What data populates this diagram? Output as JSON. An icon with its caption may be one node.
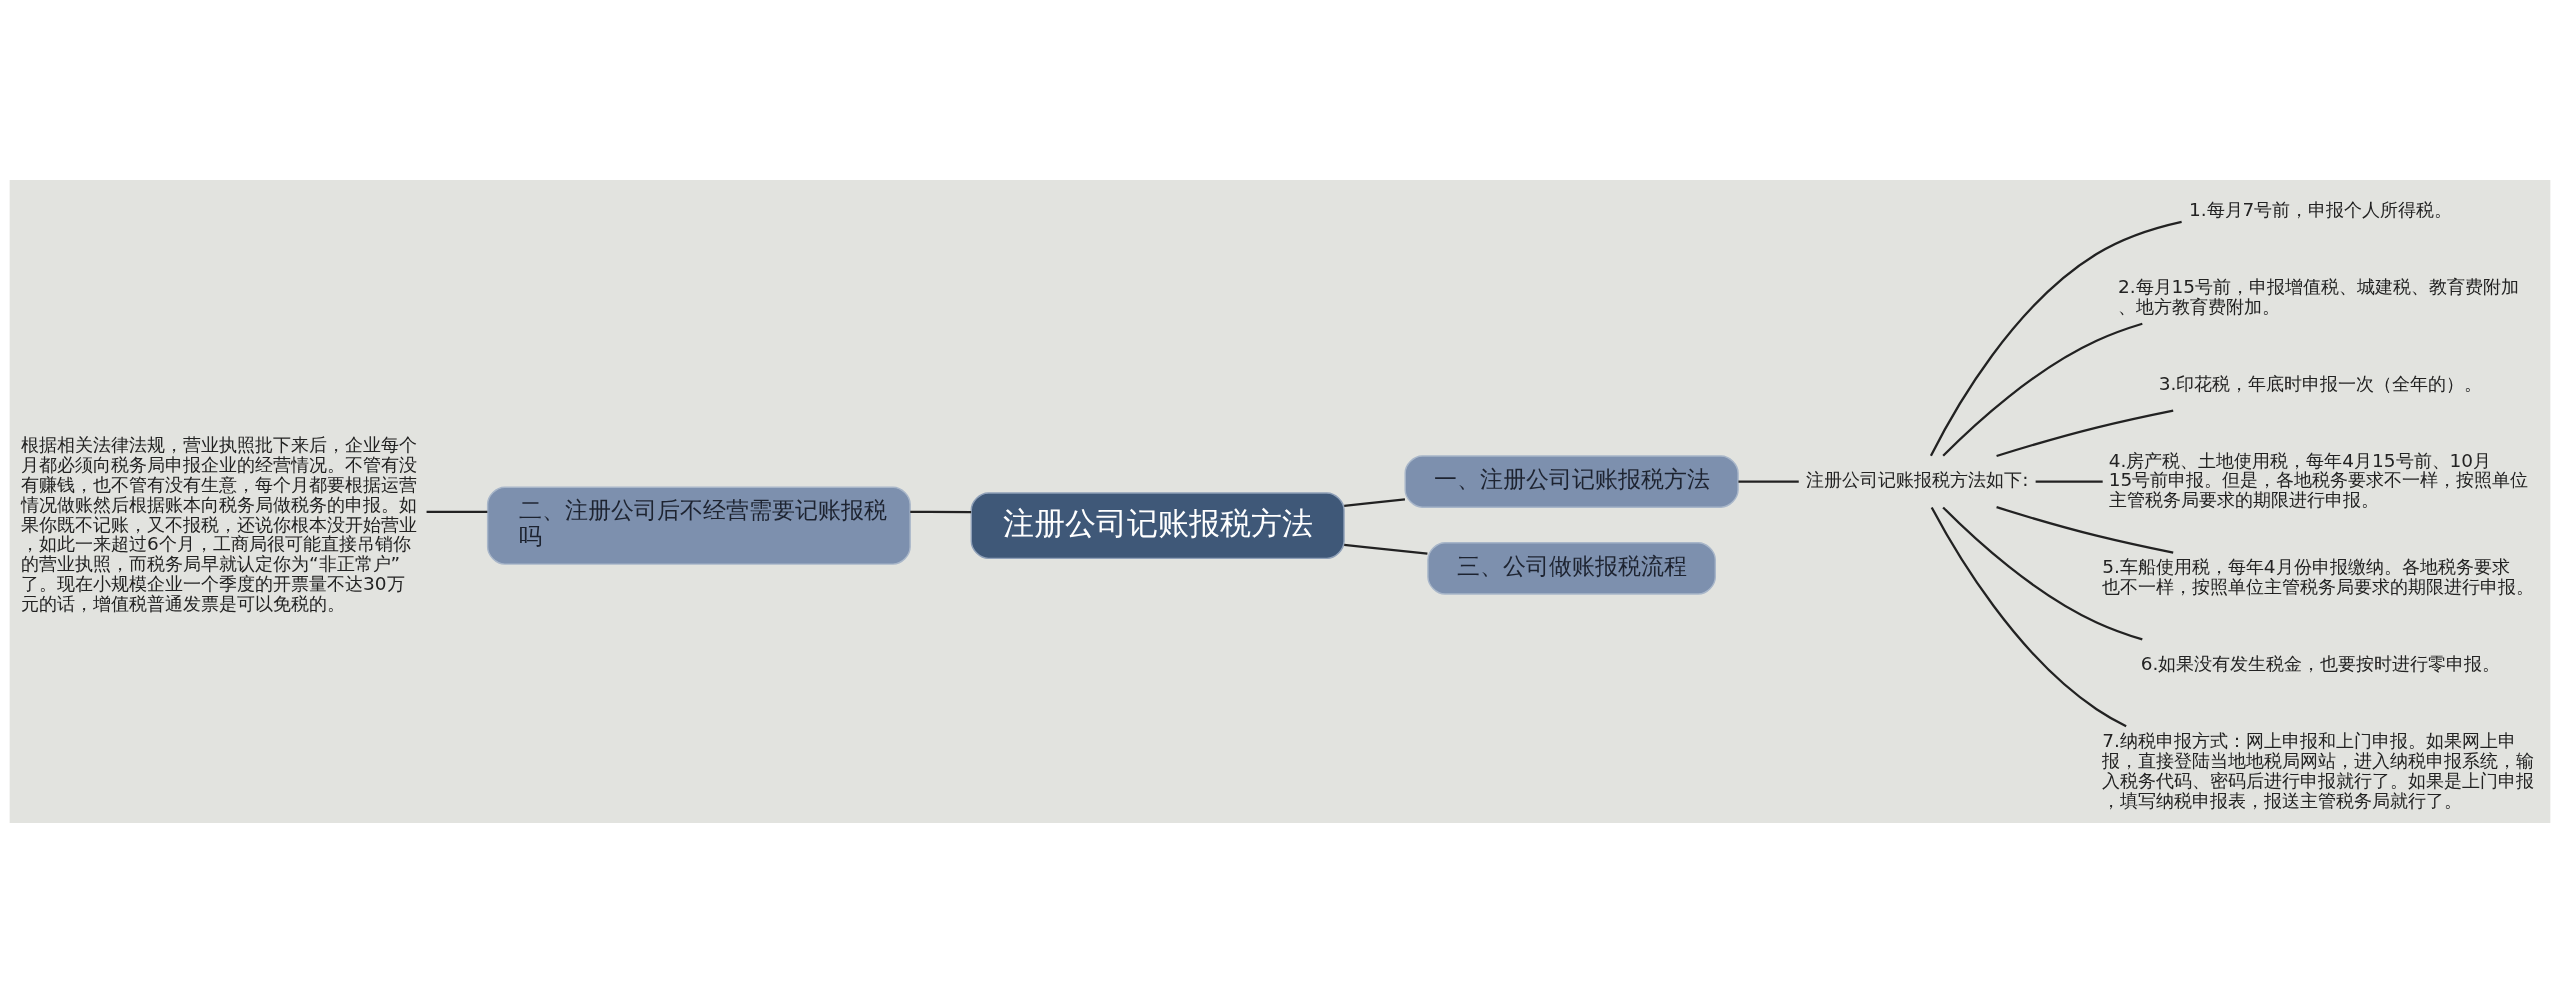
{
  "diagram": {
    "nodes": [
      {
        "text": [
          "注册公司记账报税方法"
        ]
      },
      {
        "text": [
          "一、注册公司记账报税方法"
        ]
      },
      {
        "text": [
          "二、注册公司后不经营需要记账报税吗"
        ]
      },
      {
        "text": [
          "三、公司做账报税流程"
        ]
      },
      {
        "text": [
          "注册公司记账报税方法如下:"
        ]
      },
      {
        "text": [
          "1.每月7号前，申报个人所得税。"
        ]
      },
      {
        "text": [
          "2.每月15号前，申报增值税、城建税、教育费附加、地方教育费附加。"
        ]
      },
      {
        "text": [
          "3.印花税，年底时申报一次（全年的）。"
        ]
      },
      {
        "text": [
          "4.房产税、土地使用税，每年4月15号前、10月15号前申报。但是，各地税务要求不一样，按照单位主管税务局要求的期限进行申报。"
        ]
      },
      {
        "text": [
          "5.车船使用税，每年4月份申报缴纳。各地税务要求也不一样，按照单位主管税务局要求的期限进行申报。"
        ]
      },
      {
        "text": [
          "6.如果没有发生税金，也要按时进行零申报。"
        ]
      },
      {
        "text": [
          "7.纳税申报方式：网上申报和上门申报。如果网上申报，直接登陆当地地税局网站，进入纳税申报系统，输入税务代码、密码后进行申报就行了。如果是上门申报，填写纳税申报表，报送主管税务局就行了。"
        ]
      },
      {
        "text": [
          "根据相关法律法规，营业执照批下来后，企业每个月都必须向税务局申报企业的经营情况。不管有没有赚钱，也不管有没有生意，每个月都要根据运营情况做账然后根据账本向税务局做税务的申报。如果你既不记账，又不报税，还说你根本没开始营业，如此一来超过6个月，工商局很可能直接吊销你的营业执照，而税务局早就认定你为“非正常户”了。现在小规模企业一个季度的开票量不达30万元的话，增值税普通发票是可以免税的。"
        ]
      }
    ],
    "edges": [
      {
        "from": 0,
        "to": 1,
        "arrow": "none"
      },
      {
        "from": 0,
        "to": 2,
        "arrow": "none"
      },
      {
        "from": 0,
        "to": 3,
        "arrow": "none"
      },
      {
        "from": 1,
        "to": 4,
        "arrow": "none"
      },
      {
        "from": 4,
        "to": 5,
        "arrow": "none"
      },
      {
        "from": 4,
        "to": 6,
        "arrow": "none"
      },
      {
        "from": 4,
        "to": 7,
        "arrow": "none"
      },
      {
        "from": 4,
        "to": 8,
        "arrow": "none"
      },
      {
        "from": 4,
        "to": 9,
        "arrow": "none"
      },
      {
        "from": 4,
        "to": 10,
        "arrow": "none"
      },
      {
        "from": 4,
        "to": 11,
        "arrow": "none"
      },
      {
        "from": 2,
        "to": 12,
        "arrow": "none"
      }
    ]
  }
}
